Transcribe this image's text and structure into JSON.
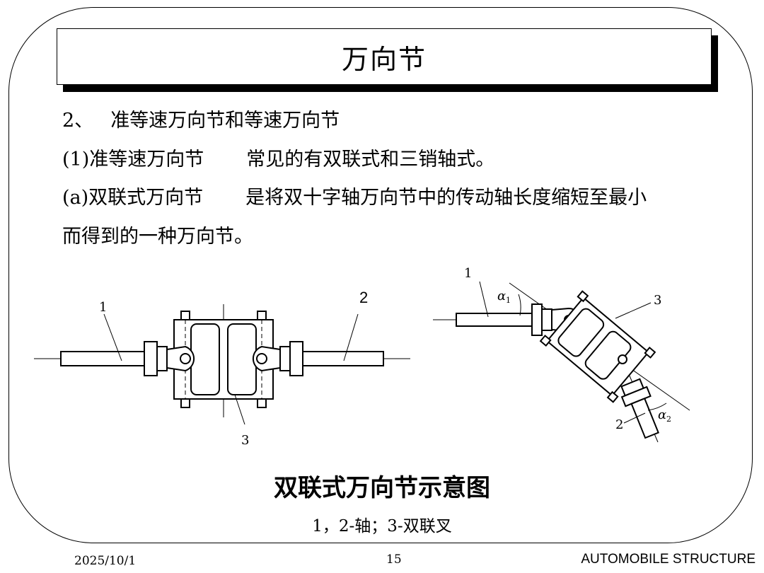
{
  "slide": {
    "title": "万向节",
    "lines": [
      {
        "a": "2、",
        "b": "准等速万向节和等速万向节"
      },
      {
        "a": "(1)准等速万向节",
        "b": "常见的有双联式和三销轴式。"
      },
      {
        "a": "(a)双联式万向节",
        "b": "是将双十字轴万向节中的传动轴长度缩短至最小"
      },
      {
        "a": "而得到的一种万向节。"
      }
    ]
  },
  "figure": {
    "left_labels": {
      "shaft1": "1",
      "shaft2": "2",
      "yoke": "3"
    },
    "right_labels": {
      "shaft1": "1",
      "shaft2": "2",
      "yoke": "3",
      "angle1": "α",
      "angle1_sub": "1",
      "angle2": "α",
      "angle2_sub": "2"
    },
    "caption": "双联式万向节示意图",
    "legend": "1，2-轴；3-双联叉"
  },
  "footer": {
    "date": "2025/10/1",
    "page": "15",
    "brand": "AUTOMOBILE STRUCTURE"
  }
}
